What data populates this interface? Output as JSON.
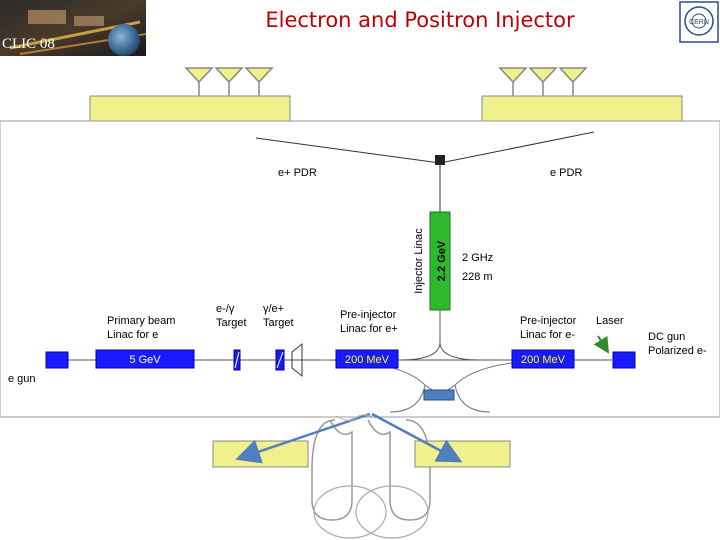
{
  "header": {
    "title": "Electron and Positron Injector",
    "badge": "CLIC 08"
  },
  "labels": {
    "positron_pdr": "e+ PDR",
    "electron_pdr": "e PDR",
    "injector_linac": "Injector Linac",
    "energy_main": "2.2 GeV",
    "frequency": "2 GHz",
    "length": "228 m",
    "primary_beam_line1": "Primary beam",
    "primary_beam_line2": "Linac for e",
    "target1_line1": "e-/γ",
    "target1_line2": "Target",
    "target2_line1": "γ/e+",
    "target2_line2": "Target",
    "pre_positron_line1": "Pre-injector",
    "pre_positron_line2": "Linac for e+",
    "pre_electron_line1": "Pre-injector",
    "pre_electron_line2": "Linac for e-",
    "laser": "Laser",
    "dc_gun_line1": "DC gun",
    "dc_gun_line2": "Polarized e-",
    "e_gun": "e gun",
    "energy_5": "5 GeV",
    "energy_200_left": "200 MeV",
    "energy_200_right": "200 MeV"
  },
  "colors": {
    "title": "#c00000",
    "block_blue": "#1a1aff",
    "linac_green": "#2db82d",
    "pale_yellow": "#f0f08c",
    "energy_text_yellow": "#ffff00",
    "grey_line": "#888888",
    "slate_blue": "#4f7fbf",
    "arrow_green": "#2e8b2e"
  }
}
